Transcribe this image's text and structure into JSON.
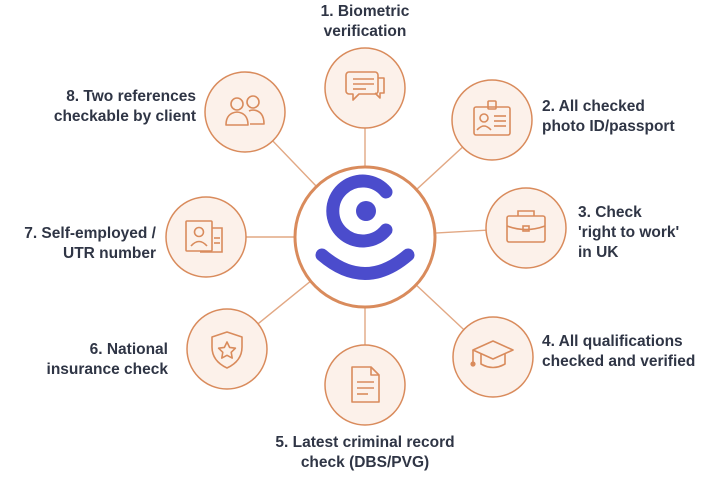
{
  "colors": {
    "accent": "#d98b5c",
    "node_fill": "#fcf1ea",
    "center_mark": "#4b4ccc",
    "text": "#2f3545"
  },
  "center": {
    "icon": "brand-logo-c-smile"
  },
  "items": [
    {
      "line1": "1. Biometric",
      "line2": "verification",
      "icon": "chat-bubble-icon"
    },
    {
      "line1": "2. All checked",
      "line2": "photo ID/passport",
      "icon": "id-badge-icon"
    },
    {
      "line1": "3. Check",
      "line2": "'right to work'",
      "line3": "in UK",
      "icon": "briefcase-icon"
    },
    {
      "line1": "4. All qualifications",
      "line2": "checked and verified",
      "icon": "graduation-cap-icon"
    },
    {
      "line1": "5. Latest criminal record",
      "line2": "check (DBS/PVG)",
      "icon": "document-icon"
    },
    {
      "line1": "6. National",
      "line2": "insurance check",
      "icon": "shield-star-icon"
    },
    {
      "line1": "7. Self-employed /",
      "line2": "UTR number",
      "icon": "id-card-icon"
    },
    {
      "line1": "8. Two references",
      "line2": "checkable by client",
      "icon": "users-icon"
    }
  ]
}
